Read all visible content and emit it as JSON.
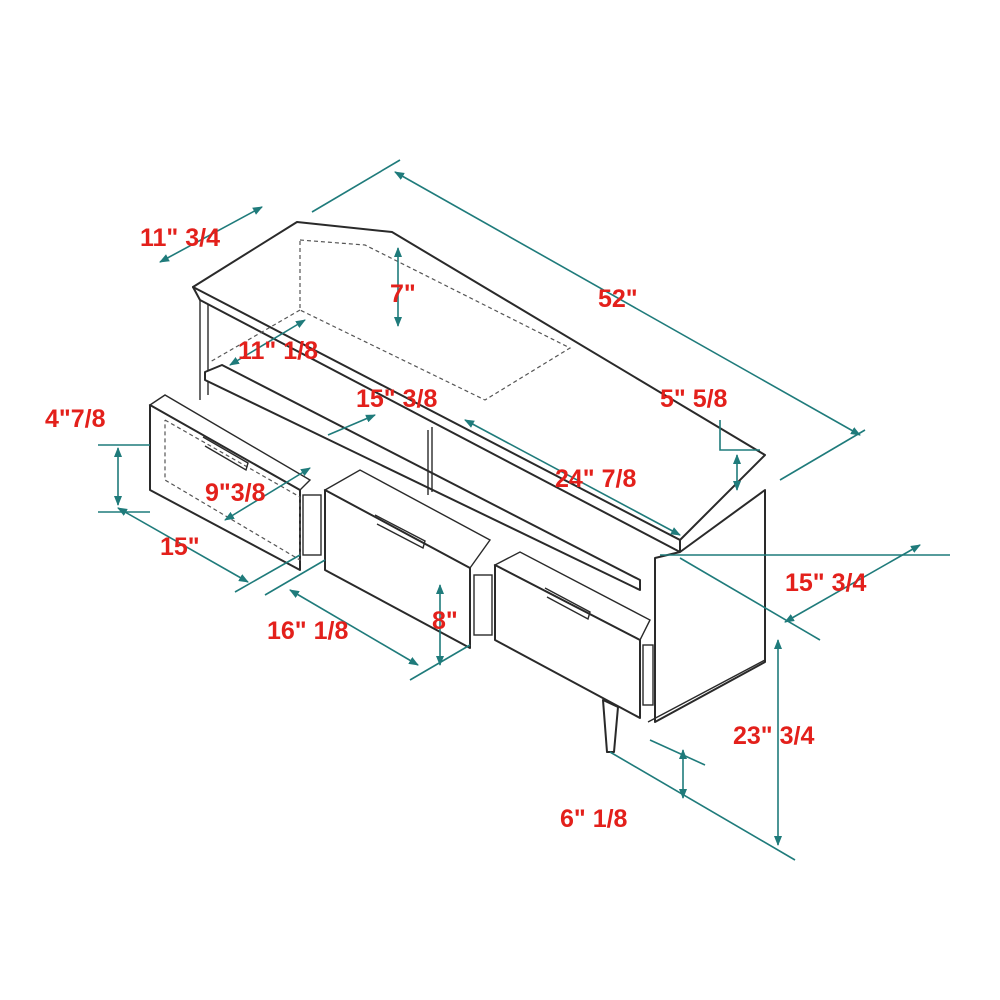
{
  "colors": {
    "label": "#e3201b",
    "dimension_line": "#1f7b7b",
    "outline": "#2a2a2a"
  },
  "dimensions": {
    "top_depth": "11\" 3/4",
    "shelf_height": "7\"",
    "overall_width": "52\"",
    "shelf_depth": "11\" 1/8",
    "open_compartment_width": "15\" 3/8",
    "top_overhang": "5\" 5/8",
    "drawer_height": "4\"7/8",
    "open_shelf_width": "24\" 7/8",
    "drawer_depth": "9\"3/8",
    "drawer_width_left": "15\"",
    "overall_depth": "15\" 3/4",
    "drawer_width_middle": "16\" 1/8",
    "drawer_front_height": "8\"",
    "overall_height": "23\" 3/4",
    "leg_height": "6\" 1/8"
  }
}
